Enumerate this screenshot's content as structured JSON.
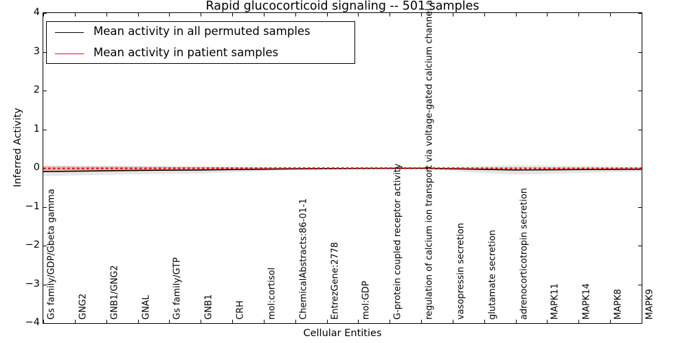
{
  "chart_data": {
    "type": "line",
    "title": "Rapid glucocorticoid signaling -- 501 samples",
    "xlabel": "Cellular Entities",
    "ylabel": "Inferred Activity",
    "ylim": [
      -4,
      4
    ],
    "yticks": [
      4,
      3,
      2,
      1,
      0,
      -1,
      -2,
      -3,
      -4
    ],
    "ytick_labels": [
      "4",
      "3",
      "2",
      "1",
      "0",
      "−1",
      "−2",
      "−3",
      "−4"
    ],
    "grid": false,
    "legend_position": "upper left",
    "categories": [
      "Gs family/GDP/Gbeta gamma",
      "GNG2",
      "GNB1/GNG2",
      "GNAL",
      "Gs family/GTP",
      "GNB1",
      "CRH",
      "mol:cortisol",
      "ChemicalAbstracts:86-01-1",
      "EntrezGene:2778",
      "mol:GDP",
      "G-protein coupled receptor activity",
      "regulation of calcium ion transport via voltage-gated calcium channel activity",
      "vasopressin secretion",
      "glutamate secretion",
      "adrenocorticotropin secretion",
      "MAPK11",
      "MAPK14",
      "MAPK8",
      "MAPK9"
    ],
    "series": [
      {
        "name": "Mean activity in all permuted samples",
        "color": "#000000",
        "style": "solid",
        "values": [
          -0.09,
          -0.08,
          -0.07,
          -0.06,
          -0.055,
          -0.05,
          -0.04,
          -0.03,
          -0.02,
          -0.015,
          -0.01,
          -0.008,
          -0.006,
          -0.02,
          -0.035,
          -0.05,
          -0.045,
          -0.04,
          -0.035,
          -0.03
        ]
      },
      {
        "name": "Mean activity in patient samples",
        "color": "#ff0000",
        "style": "dotted",
        "values": [
          -0.01,
          -0.01,
          -0.008,
          -0.008,
          -0.006,
          -0.005,
          -0.004,
          -0.003,
          -0.002,
          -0.002,
          -0.001,
          -0.001,
          -0.001,
          -0.004,
          -0.006,
          -0.008,
          -0.008,
          -0.007,
          -0.007,
          -0.006
        ]
      }
    ],
    "bands": [
      {
        "name": "permuted-samples-spread",
        "color": "#c8c8c8",
        "upper": [
          0.07,
          0.06,
          0.055,
          0.05,
          0.045,
          0.04,
          0.03,
          0.02,
          0.012,
          0.008,
          0.004,
          0.002,
          0.002,
          0.03,
          0.055,
          0.075,
          0.065,
          0.055,
          0.045,
          0.035
        ],
        "lower": [
          -0.21,
          -0.19,
          -0.175,
          -0.16,
          -0.15,
          -0.14,
          -0.11,
          -0.08,
          -0.05,
          -0.03,
          -0.015,
          -0.008,
          -0.008,
          -0.08,
          -0.13,
          -0.17,
          -0.15,
          -0.13,
          -0.11,
          -0.09
        ]
      },
      {
        "name": "patient-samples-spread",
        "color": "#ff9999",
        "upper": [
          0.045,
          0.042,
          0.04,
          0.038,
          0.035,
          0.032,
          0.026,
          0.018,
          0.011,
          0.006,
          0.003,
          0.002,
          0.002,
          0.007,
          0.011,
          0.014,
          0.013,
          0.011,
          0.01,
          0.008
        ],
        "lower": [
          -0.065,
          -0.062,
          -0.058,
          -0.054,
          -0.05,
          -0.046,
          -0.037,
          -0.026,
          -0.016,
          -0.009,
          -0.005,
          -0.003,
          -0.003,
          -0.01,
          -0.016,
          -0.021,
          -0.019,
          -0.017,
          -0.015,
          -0.012
        ]
      }
    ]
  },
  "legend": {
    "entries": [
      {
        "label": "Mean activity in all permuted samples",
        "color": "#000000"
      },
      {
        "label": "Mean activity in patient samples",
        "color": "#ff0000"
      }
    ]
  }
}
